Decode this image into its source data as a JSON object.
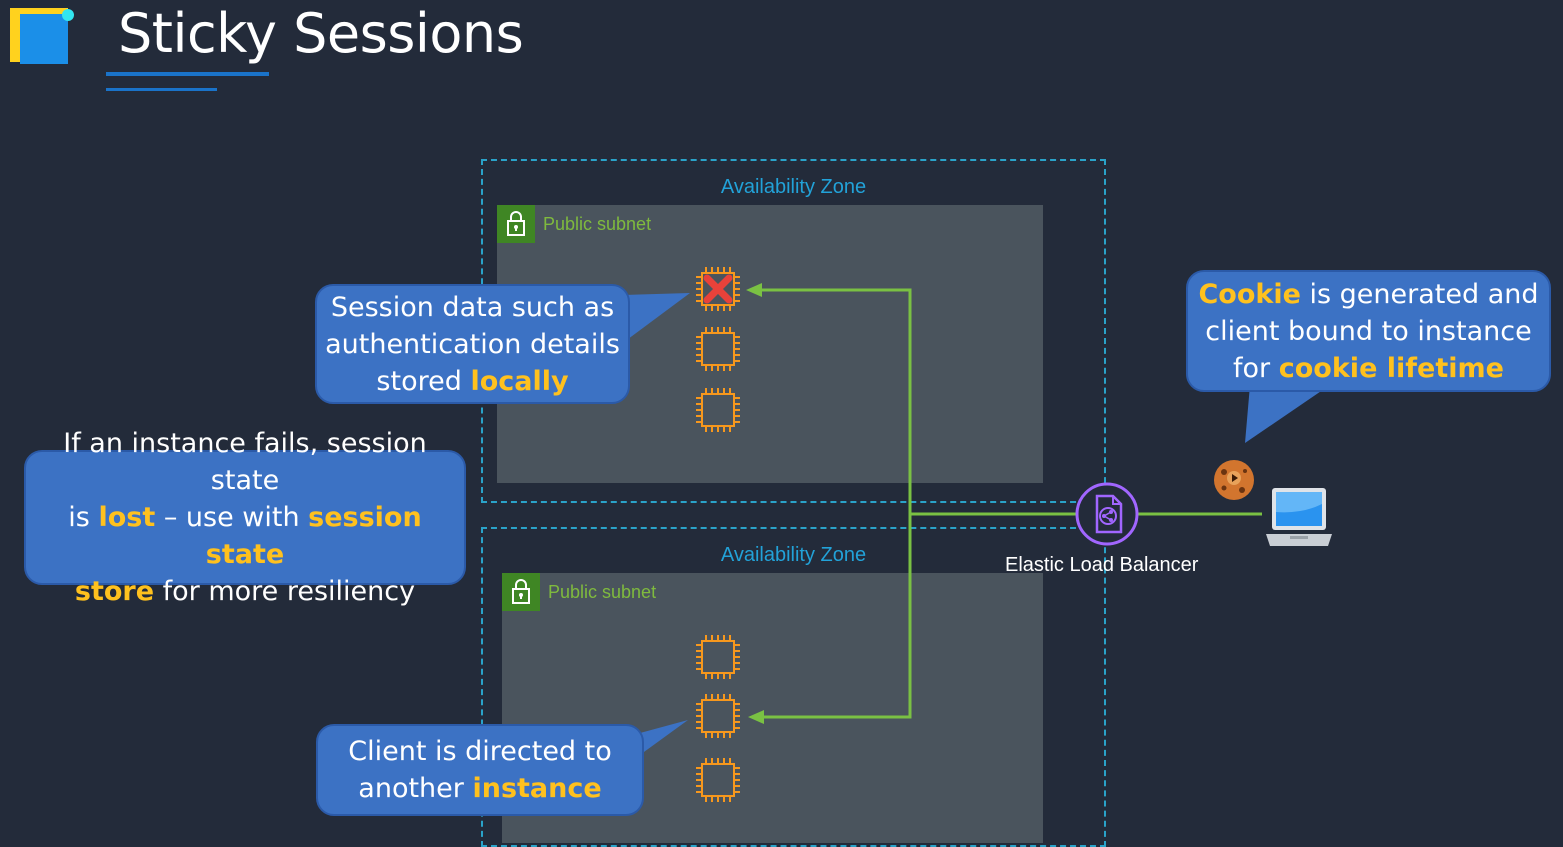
{
  "title": "Sticky Sessions",
  "zones": [
    {
      "label": "Availability Zone",
      "subnet_label": "Public subnet"
    },
    {
      "label": "Availability Zone",
      "subnet_label": "Public subnet"
    }
  ],
  "elb": {
    "label": "Elastic Load Balancer"
  },
  "callouts": {
    "session_local": {
      "l1": "Session data such as",
      "l2": "authentication details",
      "l3a": "stored ",
      "l3b": "locally"
    },
    "instance_fail": {
      "l1": "If an instance fails, session state",
      "l2a": "is ",
      "l2b": "lost",
      "l2c": " – use with ",
      "l2d": "session state",
      "l3a": "store",
      "l3b": " for more resiliency"
    },
    "cookie": {
      "l1a": "Cookie",
      "l1b": " is generated and",
      "l2": "client bound to instance",
      "l3a": "for ",
      "l3b": "cookie lifetime"
    },
    "redirect": {
      "l1": "Client is directed to",
      "l2a": "another ",
      "l2b": "instance"
    }
  },
  "icons": [
    "logo-icon",
    "lock-icon",
    "ec2-instance-icon",
    "failed-x-icon",
    "elb-icon",
    "cookie-icon",
    "laptop-icon"
  ],
  "colors": {
    "background": "#232b3a",
    "accent": "#ffc11e",
    "callout": "#3c72c4",
    "arrow": "#7ac143",
    "instance": "#f7981d",
    "zone": "#2aa3c9"
  }
}
